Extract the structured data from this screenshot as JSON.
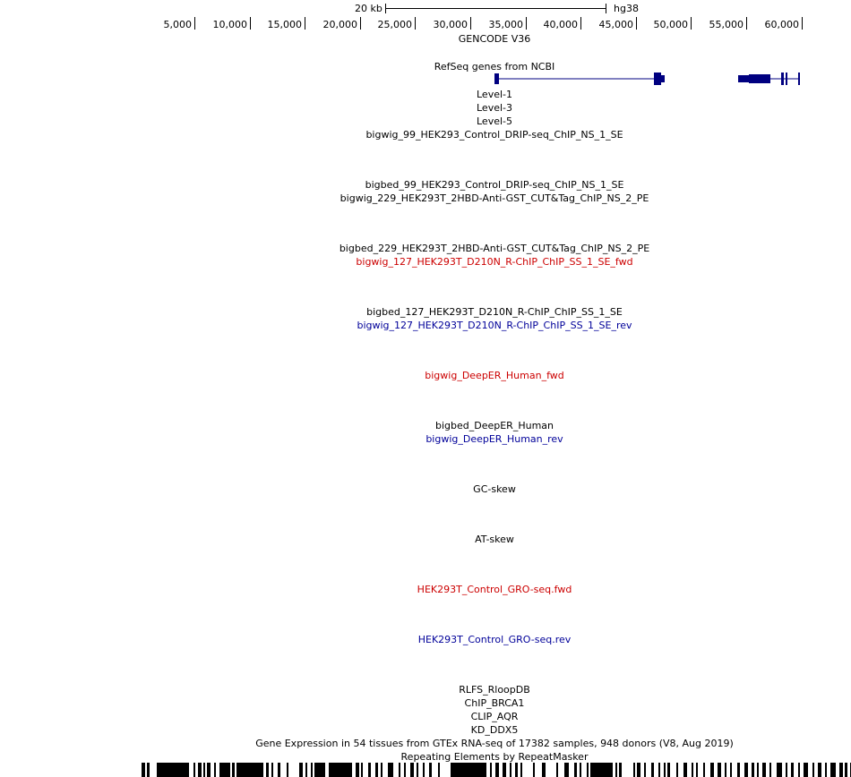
{
  "browser": {
    "scale_label": "20 kb",
    "assembly": "hg38",
    "coordinates": [
      "5,000",
      "10,000",
      "15,000",
      "20,000",
      "25,000",
      "30,000",
      "35,000",
      "40,000",
      "45,000",
      "50,000",
      "55,000",
      "60,000"
    ],
    "track_color_default": "#000000",
    "track_color_fwd": "#cc0000",
    "track_color_rev": "#000099",
    "gene_color": "#000080"
  },
  "tracks": [
    {
      "label": "GENCODE V36",
      "color": "black"
    },
    {
      "label": "RefSeq genes from NCBI",
      "color": "black"
    },
    {
      "label": "Level-1",
      "color": "black"
    },
    {
      "label": "Level-3",
      "color": "black"
    },
    {
      "label": "Level-5",
      "color": "black"
    },
    {
      "label": "bigwig_99_HEK293_Control_DRIP-seq_ChIP_NS_1_SE",
      "color": "black"
    },
    {
      "label": "bigbed_99_HEK293_Control_DRIP-seq_ChIP_NS_1_SE",
      "color": "black"
    },
    {
      "label": "bigwig_229_HEK293T_2HBD-Anti-GST_CUT&Tag_ChIP_NS_2_PE",
      "color": "black"
    },
    {
      "label": "bigbed_229_HEK293T_2HBD-Anti-GST_CUT&Tag_ChIP_NS_2_PE",
      "color": "black"
    },
    {
      "label": "bigwig_127_HEK293T_D210N_R-ChIP_ChIP_SS_1_SE_fwd",
      "color": "red"
    },
    {
      "label": "bigbed_127_HEK293T_D210N_R-ChIP_ChIP_SS_1_SE",
      "color": "black"
    },
    {
      "label": "bigwig_127_HEK293T_D210N_R-ChIP_ChIP_SS_1_SE_rev",
      "color": "blue"
    },
    {
      "label": "bigwig_DeepER_Human_fwd",
      "color": "red"
    },
    {
      "label": "bigbed_DeepER_Human",
      "color": "black"
    },
    {
      "label": "bigwig_DeepER_Human_rev",
      "color": "blue"
    },
    {
      "label": "GC-skew",
      "color": "black"
    },
    {
      "label": "AT-skew",
      "color": "black"
    },
    {
      "label": "HEK293T_Control_GRO-seq.fwd",
      "color": "red"
    },
    {
      "label": "HEK293T_Control_GRO-seq.rev",
      "color": "blue"
    },
    {
      "label": "RLFS_RloopDB",
      "color": "black"
    },
    {
      "label": "ChIP_BRCA1",
      "color": "black"
    },
    {
      "label": "CLIP_AQR",
      "color": "black"
    },
    {
      "label": "KD_DDX5",
      "color": "black"
    },
    {
      "label": "Gene Expression in 54 tissues from GTEx RNA-seq of 17382 samples, 948 donors (V8, Aug 2019)",
      "color": "black"
    },
    {
      "label": "Repeating Elements by RepeatMasker",
      "color": "black"
    }
  ]
}
